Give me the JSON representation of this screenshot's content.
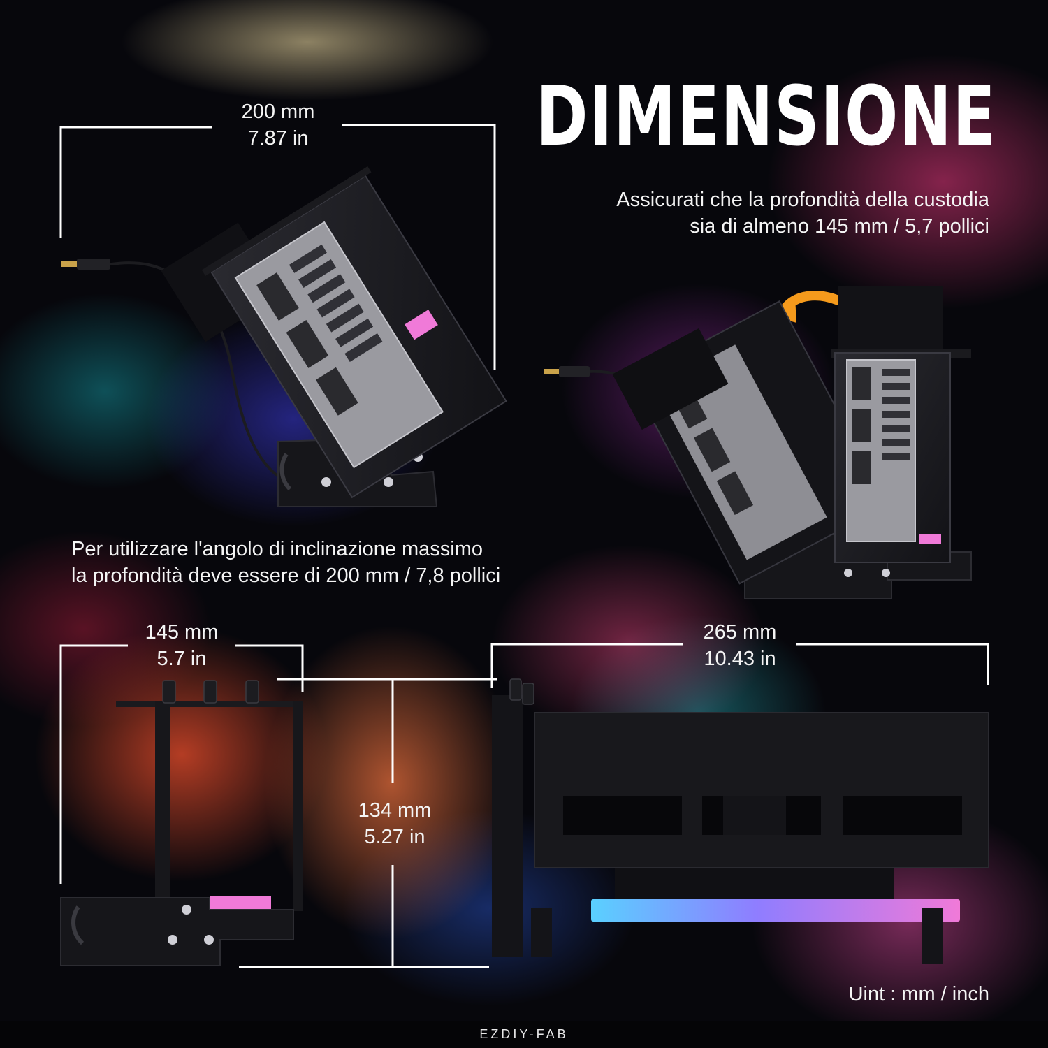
{
  "title": "DIMENSIONE",
  "case_depth_note": {
    "line1": "Assicurati che la profondità della custodia",
    "line2": "sia di almeno 145 mm / 5,7 pollici"
  },
  "max_tilt_note": {
    "line1": "Per utilizzare l'angolo di inclinazione massimo",
    "line2": "la profondità deve essere di 200 mm / 7,8 pollici"
  },
  "dimensions": {
    "tilted_depth": {
      "mm": "200 mm",
      "inch": "7.87 in"
    },
    "upright_depth": {
      "mm": "145 mm",
      "inch": "5.7 in"
    },
    "height": {
      "mm": "134 mm",
      "inch": "5.27 in"
    },
    "length": {
      "mm": "265 mm",
      "inch": "10.43 in"
    }
  },
  "unit_note": "Uint : mm / inch",
  "brand": "EZDIY-FAB",
  "colors": {
    "text": "#ffffff",
    "bracket_metal": "#1a1a1e",
    "io_plate": "#9a9aa0",
    "rgb_pink": "#e070d8",
    "rgb_cyan": "#5ad0ff",
    "arrow_orange": "#f59a1c"
  }
}
